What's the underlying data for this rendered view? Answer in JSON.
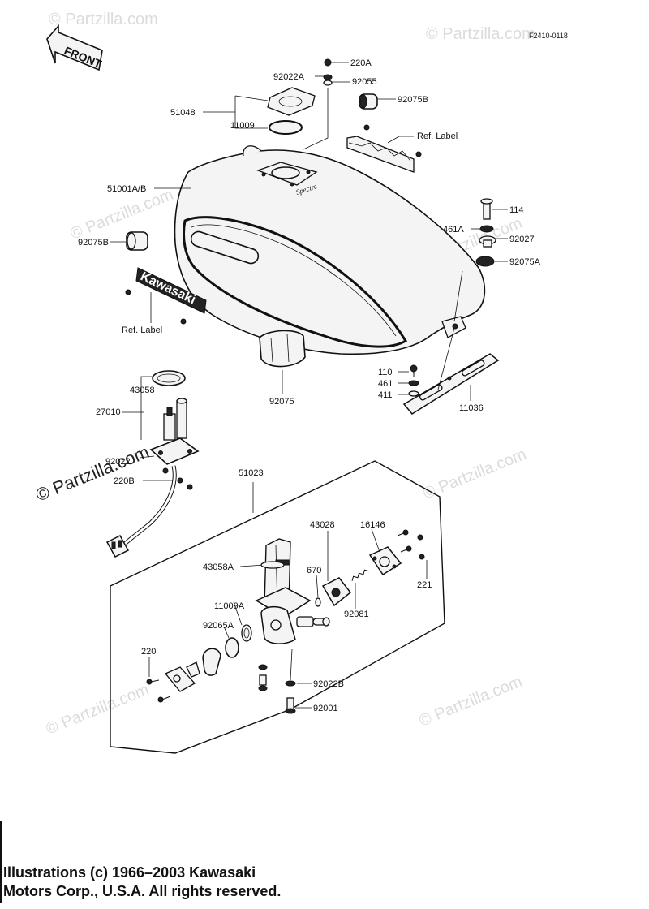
{
  "diagram_code": "F2410-0118",
  "front_arrow_label": "FRONT",
  "tank_logo": "Kawasaki",
  "watermark": "© Partzilla.com",
  "callouts": {
    "220A": "220A",
    "92022A": "92022A",
    "92055": "92055",
    "51048": "51048",
    "92075B_top": "92075B",
    "11009": "11009",
    "ref_label_top": "Ref. Label",
    "51001AB": "51001A/B",
    "114": "114",
    "461A": "461A",
    "92027": "92027",
    "92075A": "92075A",
    "92075B_left": "92075B",
    "ref_label_left": "Ref. Label",
    "43058": "43058",
    "27010": "27010",
    "92022": "92022",
    "220B": "220B",
    "92075": "92075",
    "110": "110",
    "461": "461",
    "411": "411",
    "11036": "11036",
    "51023": "51023",
    "43028": "43028",
    "16146": "16146",
    "43058A": "43058A",
    "670": "670",
    "11009A": "11009A",
    "92065A": "92065A",
    "92081": "92081",
    "221": "221",
    "220": "220",
    "92022B": "92022B",
    "92001": "92001"
  },
  "footer": {
    "line1": "Illustrations (c) 1966–2003 Kawasaki",
    "line2": "Motors Corp., U.S.A.  All rights reserved."
  }
}
